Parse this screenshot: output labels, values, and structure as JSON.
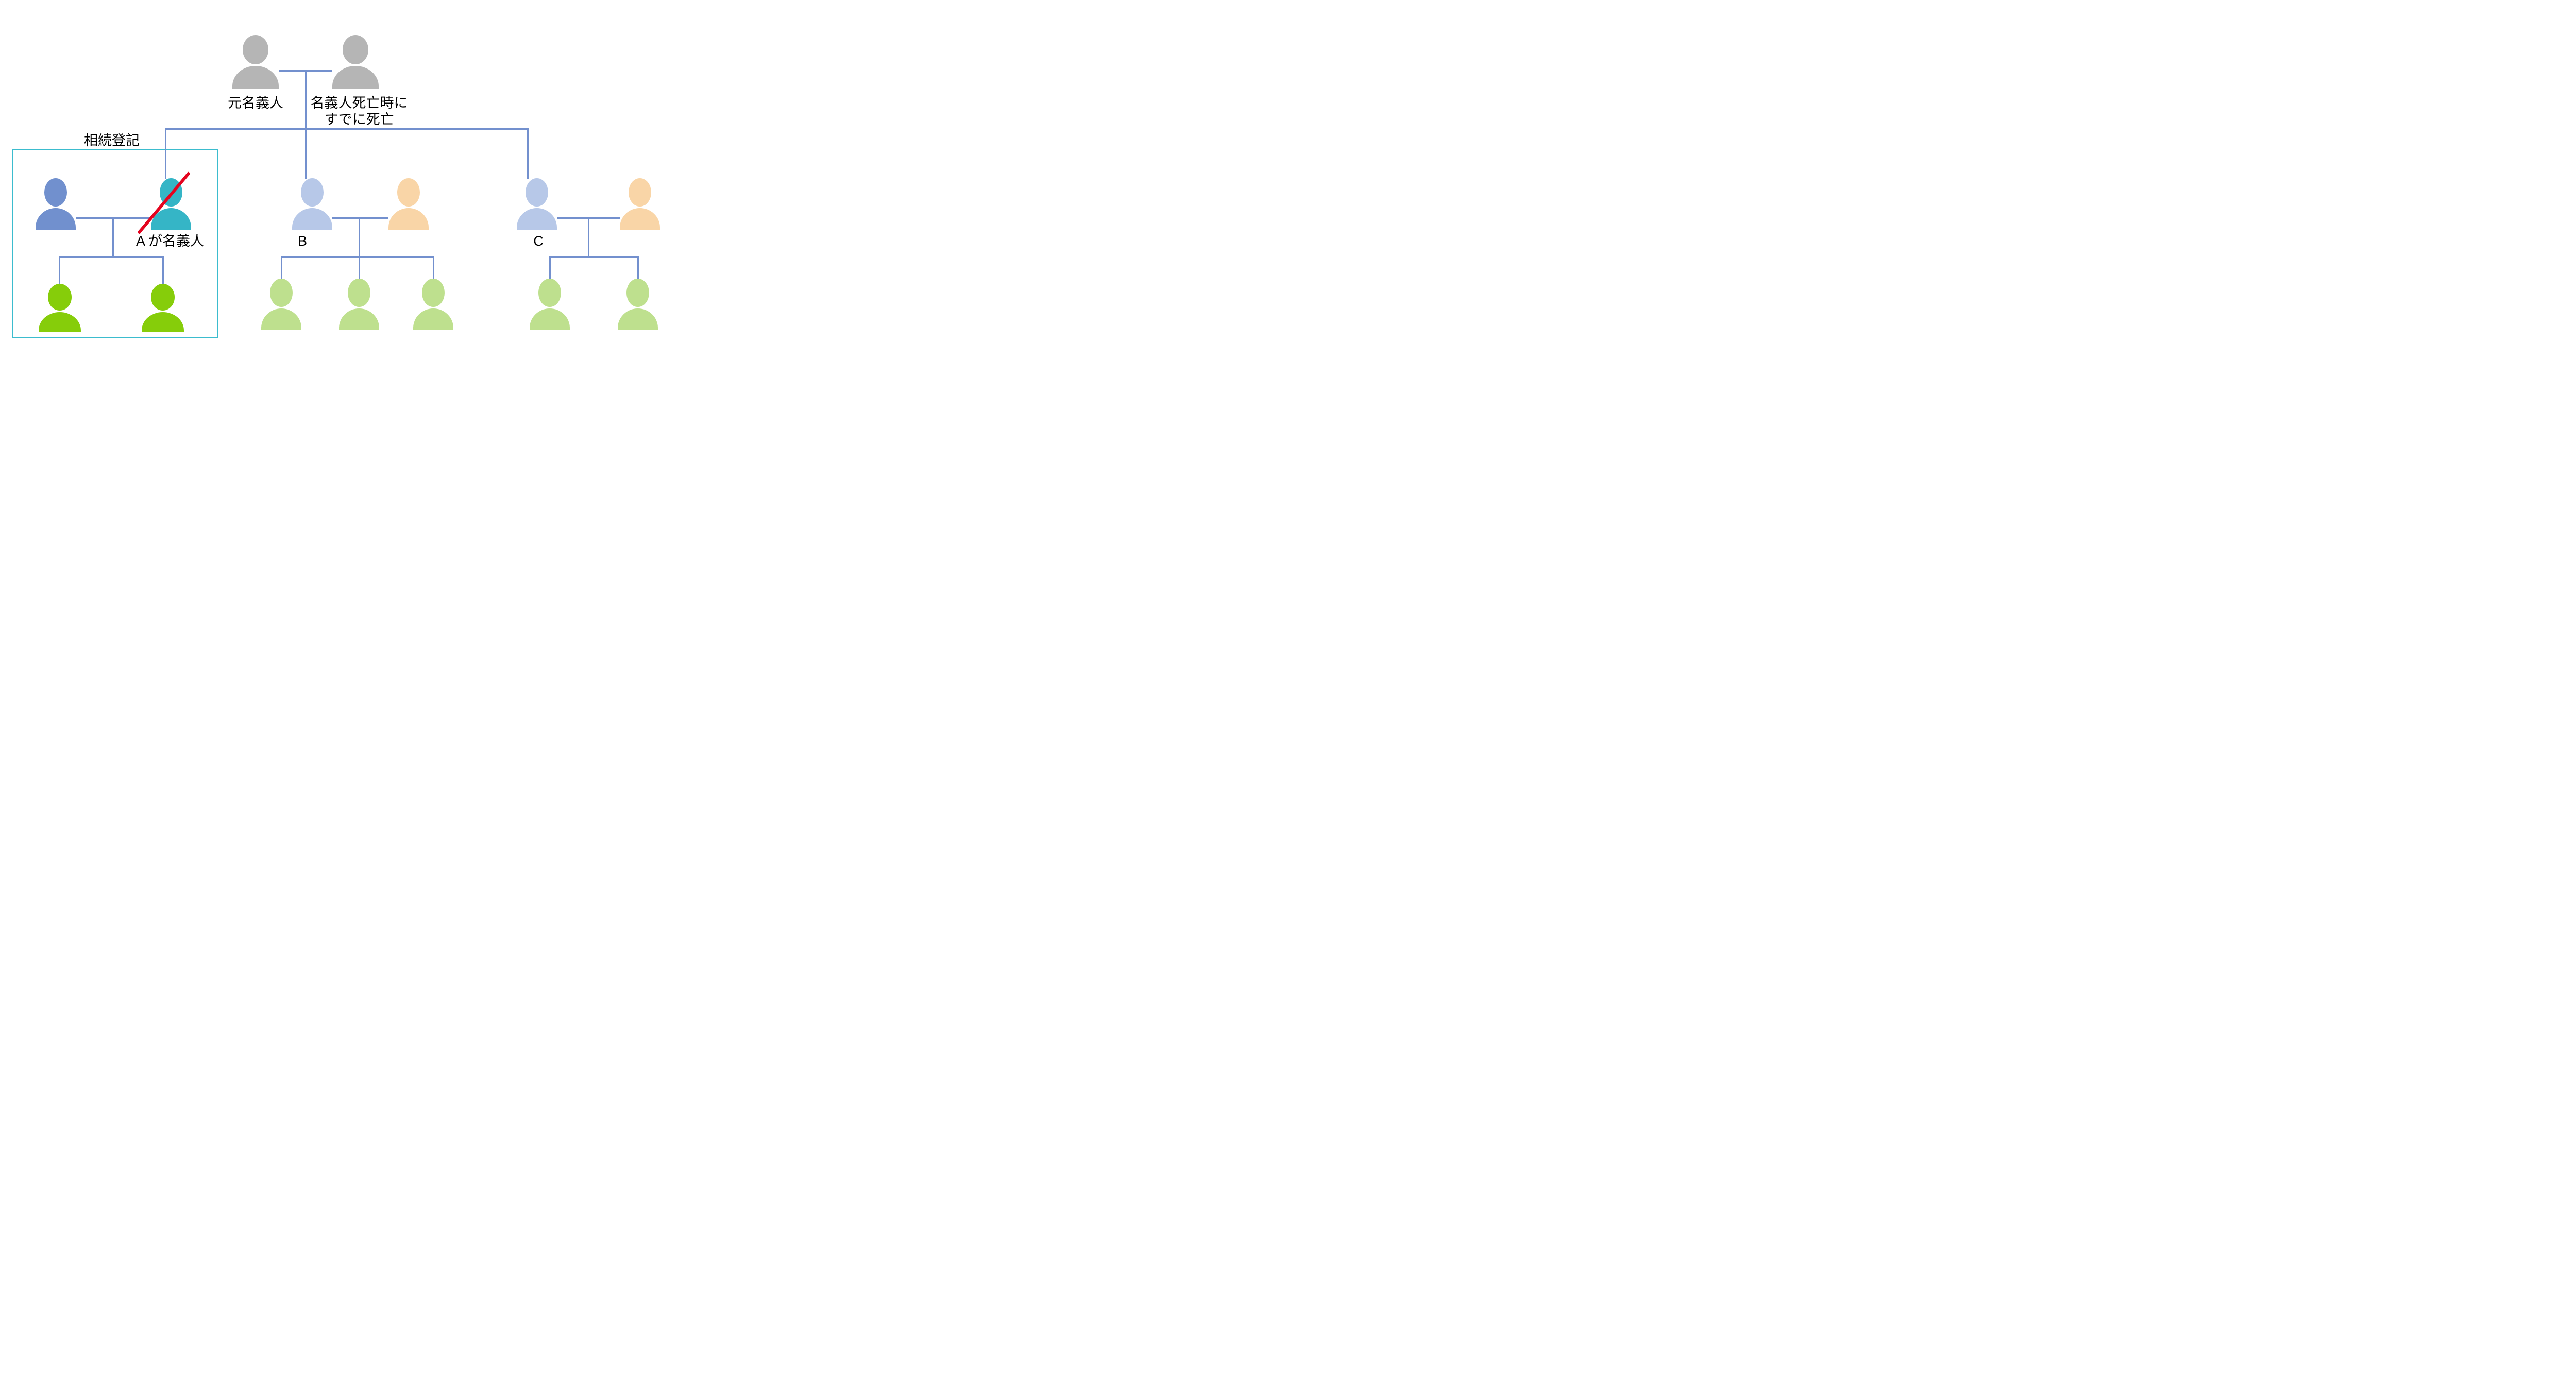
{
  "diagram": {
    "box_label": "相続登記",
    "labels": {
      "original_owner": "元名義人",
      "deceased_spouse_line1": "名義人死亡時に",
      "deceased_spouse_line2": "すでに死亡",
      "heir_a": "A が名義人",
      "heir_b": "B",
      "heir_c": "C"
    },
    "colors": {
      "deceased_gray": "#B5B5B5",
      "spouse_periwinkle": "#7190CE",
      "heir_teal": "#35B5C6",
      "heir_light_blue": "#B7C8E8",
      "spouse_orange": "#F9D5A7",
      "child_green": "#86CD0A",
      "child_light_green": "#BEE08E",
      "connector_blue": "#7390CE",
      "strike_red": "#E4041F",
      "box_border_teal": "#3BBCCE",
      "text_black": "#000000"
    }
  }
}
